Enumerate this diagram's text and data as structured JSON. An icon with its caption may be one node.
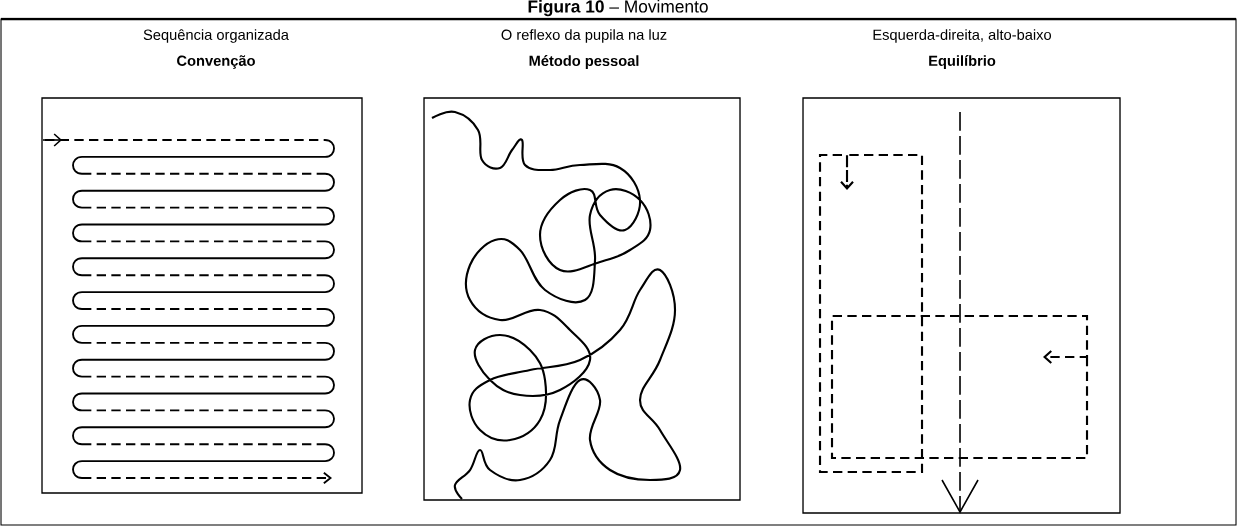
{
  "diagram": {
    "title": "**Figura 10** – Movimento",
    "nodes": [
      {
        "text": [
          "Sequência organizada",
          "Convenção"
        ]
      },
      {
        "text": [
          "O reflexo da pupila na luz",
          "Método pessoal"
        ]
      },
      {
        "text": [
          "Esquerda-direita, alto-baixo",
          "Equilíbrio"
        ]
      }
    ]
  }
}
